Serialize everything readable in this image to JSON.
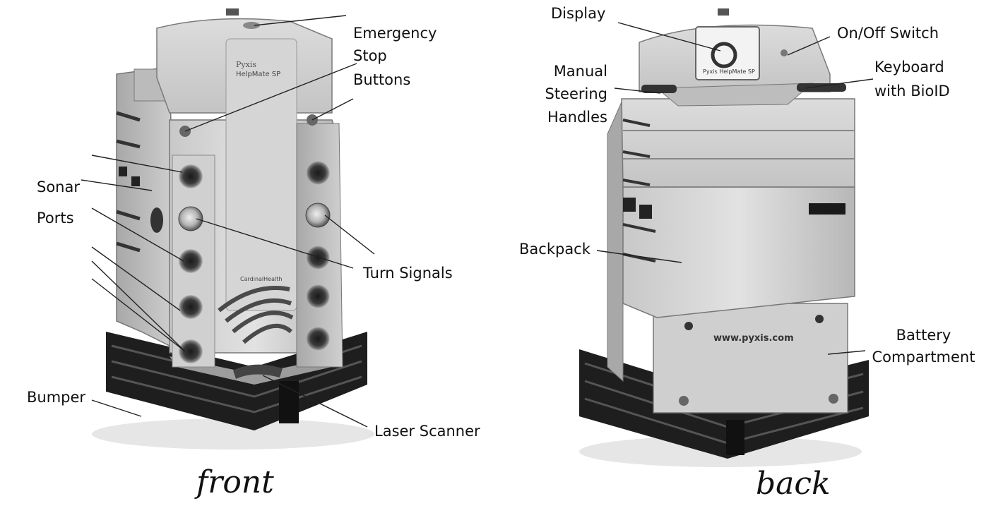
{
  "front": {
    "caption": "front",
    "labels": {
      "emergency_line1": "Emergency",
      "emergency_line2": "Stop",
      "emergency_line3": "Buttons",
      "sonar": "Sonar",
      "ports": "Ports",
      "turn_signals": "Turn Signals",
      "bumper": "Bumper",
      "laser_scanner": "Laser Scanner"
    },
    "branding": {
      "brand": "Pyxis",
      "model": "HelpMate SP",
      "maker": "CardinalHealth"
    }
  },
  "back": {
    "caption": "back",
    "labels": {
      "display": "Display",
      "on_off_switch": "On/Off Switch",
      "manual_line1": "Manual",
      "manual_line2": "Steering",
      "manual_line3": "Handles",
      "keyboard_line1": "Keyboard",
      "keyboard_line2": "with BioID",
      "backpack": "Backpack",
      "battery_line1": "Battery",
      "battery_line2": "Compartment"
    },
    "branding": {
      "screen_brand": "Pyxis HelpMate SP",
      "url": "www.pyxis.com"
    }
  },
  "colors": {
    "body_light": "#d9d9d9",
    "body_mid": "#bdbdbd",
    "body_dark": "#8a8a8a",
    "bumper": "#1e1e1e",
    "leader_line": "#222222"
  }
}
